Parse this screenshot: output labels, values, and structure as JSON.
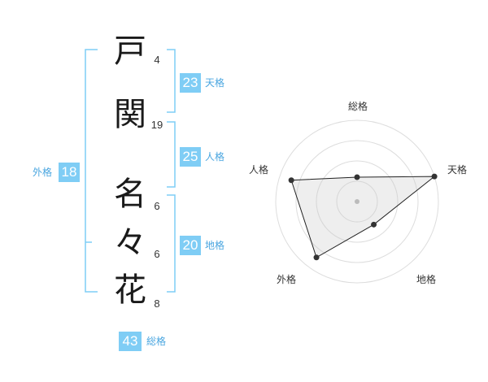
{
  "name_chars": [
    {
      "char": "戸",
      "strokes": "4"
    },
    {
      "char": "関",
      "strokes": "19"
    },
    {
      "char": "名",
      "strokes": "6"
    },
    {
      "char": "々",
      "strokes": "6"
    },
    {
      "char": "花",
      "strokes": "8"
    }
  ],
  "fortune": {
    "tenkaku": {
      "value": "23",
      "label": "天格"
    },
    "jinkaku": {
      "value": "25",
      "label": "人格"
    },
    "chikaku": {
      "value": "20",
      "label": "地格"
    },
    "gaikaku": {
      "value": "18",
      "label": "外格"
    },
    "soukaku": {
      "value": "43",
      "label": "総格"
    }
  },
  "colors": {
    "accent": "#7fcdf5",
    "label": "#4aa6e0",
    "bracket": "#7fcdf5"
  },
  "radar": {
    "labels": [
      "総格",
      "天格",
      "地格",
      "外格",
      "人格"
    ],
    "levels": [
      0.3,
      1.0,
      0.35,
      0.85,
      0.85
    ],
    "rings": 4
  }
}
